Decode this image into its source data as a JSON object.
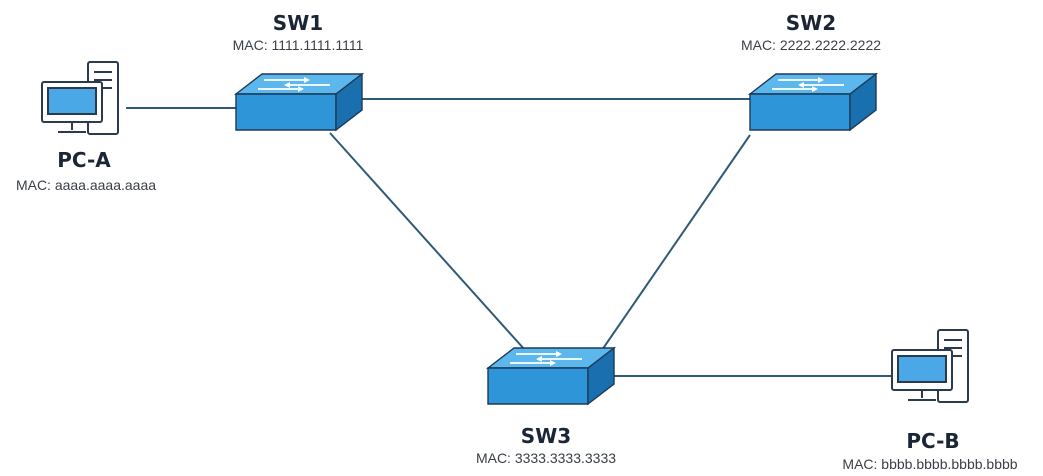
{
  "switches": {
    "sw1": {
      "name": "SW1",
      "mac": "MAC: 1111.1111.1111"
    },
    "sw2": {
      "name": "SW2",
      "mac": "MAC: 2222.2222.2222"
    },
    "sw3": {
      "name": "SW3",
      "mac": "MAC: 3333.3333.3333"
    }
  },
  "pcs": {
    "pca": {
      "name": "PC-A",
      "mac": "MAC: aaaa.aaaa.aaaa"
    },
    "pcb": {
      "name": "PC-B",
      "mac": "MAC: bbbb.bbbb.bbbb.bbbb"
    }
  },
  "links": [
    {
      "from": "PC-A",
      "to": "SW1"
    },
    {
      "from": "SW1",
      "to": "SW2"
    },
    {
      "from": "SW1",
      "to": "SW3"
    },
    {
      "from": "SW2",
      "to": "SW3"
    },
    {
      "from": "SW3",
      "to": "PC-B"
    }
  ],
  "colors": {
    "switch_top": "#5cb8ec",
    "switch_front": "#2e95d8",
    "switch_side": "#1a6fae",
    "link": "#2f5a78"
  }
}
